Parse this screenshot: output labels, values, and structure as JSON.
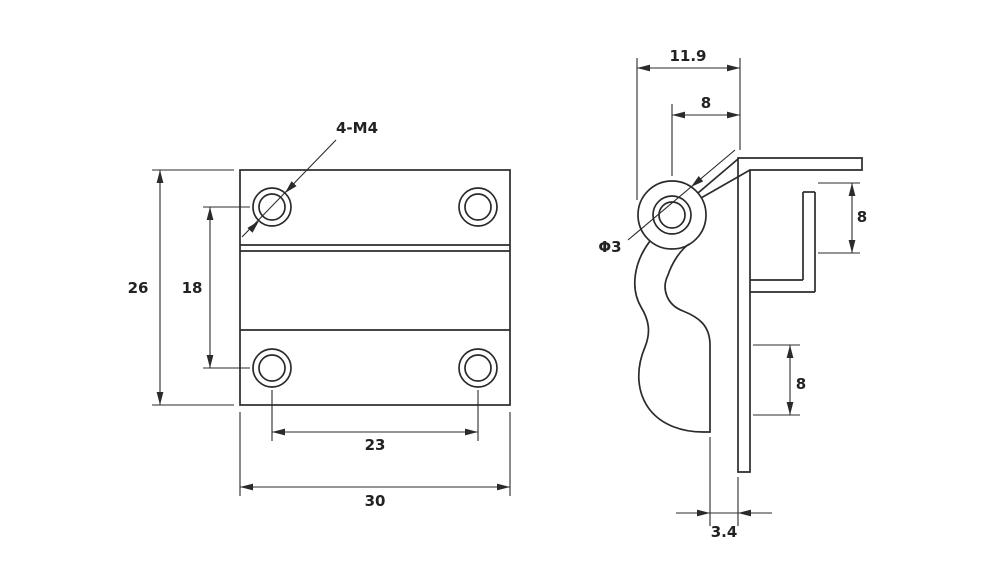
{
  "front_view": {
    "thread_callout": "4-M4",
    "dim_height": "26",
    "dim_hole_spacing_vertical": "18",
    "dim_hole_spacing_horizontal": "23",
    "dim_width": "30"
  },
  "side_view": {
    "dim_depth": "11.9",
    "dim_hole_offset": "8",
    "dim_pin_diameter": "Φ3",
    "dim_upper_flange_height": "8",
    "dim_lower_flange_height": "8",
    "dim_plate_thickness": "3.4"
  },
  "colors": {
    "line": "#2b2b2b",
    "background": "#ffffff"
  }
}
